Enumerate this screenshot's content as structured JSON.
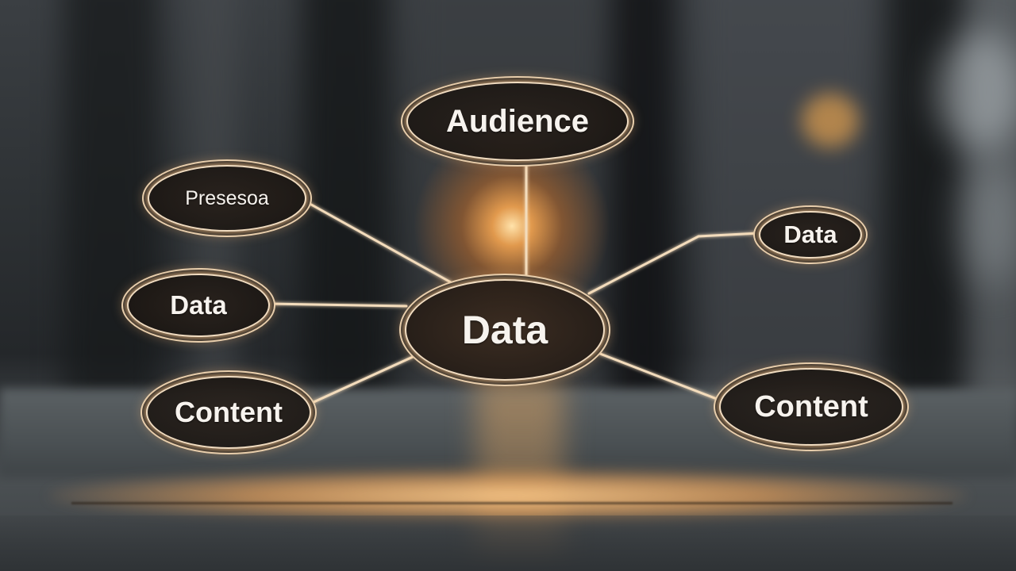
{
  "diagram": {
    "center": "Data",
    "top": "Audience",
    "upper_left": "Presesoa",
    "left": "Data",
    "lower_left": "Content",
    "right": "Data",
    "lower_right": "Content"
  },
  "colors": {
    "node_outline": "#f1dcc0",
    "glow": "#ffb860",
    "node_fill": "#1e1915",
    "text": "#f7f3ee"
  }
}
